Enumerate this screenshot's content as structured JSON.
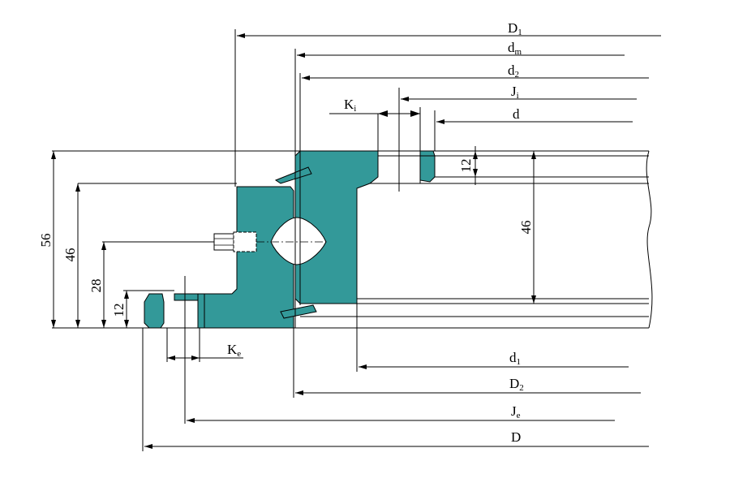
{
  "drawing": {
    "labels": {
      "D1": {
        "main": "D",
        "sub": "1"
      },
      "dm": {
        "main": "d",
        "sub": "m"
      },
      "d2": {
        "main": "d",
        "sub": "2"
      },
      "Ji": {
        "main": "J",
        "sub": "i"
      },
      "Ki": {
        "main": "K",
        "sub": "i"
      },
      "d": {
        "main": "d",
        "sub": ""
      },
      "d1": {
        "main": "d",
        "sub": "1"
      },
      "D2": {
        "main": "D",
        "sub": "2"
      },
      "Je": {
        "main": "J",
        "sub": "e"
      },
      "D": {
        "main": "D",
        "sub": ""
      },
      "Ke": {
        "main": "K",
        "sub": "e"
      }
    },
    "dimensions": {
      "h56": "56",
      "h46_left": "46",
      "h28": "28",
      "h12_left": "12",
      "h12_right": "12",
      "h46_right": "46"
    },
    "colors": {
      "section_fill": "#339999",
      "line": "#000000"
    }
  }
}
